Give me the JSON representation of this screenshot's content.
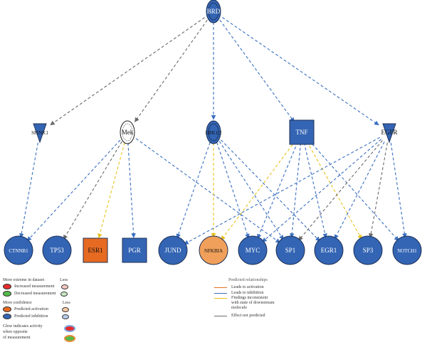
{
  "colors": {
    "inhibition": "#3a6fc1",
    "activation": "#e5711f",
    "inconsistent": "#e8c21c",
    "not_predicted": "#6a6a6a",
    "node_blue": "#3465b4",
    "node_orange_strong": "#e66a22",
    "node_orange_light": "#f0a05a",
    "node_red": "#e32d2d",
    "node_green": "#55b947",
    "node_pink_light": "#f6c9c5",
    "node_green_light": "#c9e8c2",
    "node_orange_pale": "#f7caa3",
    "node_blue_pale": "#b9cdee"
  },
  "nodes": [
    {
      "id": "top",
      "label": "BRD",
      "shape": "oval",
      "fill": "blue",
      "double_ring": true
    },
    {
      "id": "spink1",
      "label": "SPINK1",
      "shape": "triangle-down",
      "fill": "blue"
    },
    {
      "id": "ntx",
      "label": "Mek",
      "shape": "oval-hatched",
      "fill": "white"
    },
    {
      "id": "erk12",
      "label": "ERK1/2",
      "shape": "oval",
      "fill": "blue",
      "double_ring": true
    },
    {
      "id": "tnf",
      "label": "TNF",
      "shape": "square",
      "fill": "blue"
    },
    {
      "id": "egfr",
      "label": "EGFR",
      "shape": "triangle-down",
      "fill": "blue"
    },
    {
      "id": "ctnnb1",
      "label": "CTNNB1",
      "shape": "circle",
      "fill": "blue"
    },
    {
      "id": "tp53",
      "label": "TP53",
      "shape": "circle",
      "fill": "blue"
    },
    {
      "id": "esr1",
      "label": "ESR1",
      "shape": "square",
      "fill": "orange_strong"
    },
    {
      "id": "pgr",
      "label": "PGR",
      "shape": "square",
      "fill": "blue"
    },
    {
      "id": "jund",
      "label": "JUND",
      "shape": "circle",
      "fill": "blue"
    },
    {
      "id": "nfkbia",
      "label": "NFKBIA",
      "shape": "circle",
      "fill": "orange_light"
    },
    {
      "id": "myc",
      "label": "MYC",
      "shape": "circle",
      "fill": "blue"
    },
    {
      "id": "sp1",
      "label": "SP1",
      "shape": "circle",
      "fill": "blue"
    },
    {
      "id": "egr1",
      "label": "EGR1",
      "shape": "circle",
      "fill": "blue"
    },
    {
      "id": "sp3",
      "label": "SP3",
      "shape": "circle",
      "fill": "blue"
    },
    {
      "id": "notch1",
      "label": "NOTCH1",
      "shape": "circle",
      "fill": "blue"
    }
  ],
  "edges": [
    {
      "from": "top",
      "to": "spink1",
      "type": "not_predicted"
    },
    {
      "from": "top",
      "to": "ntx",
      "type": "not_predicted"
    },
    {
      "from": "top",
      "to": "erk12",
      "type": "inhibition"
    },
    {
      "from": "top",
      "to": "tnf",
      "type": "inhibition"
    },
    {
      "from": "top",
      "to": "egfr",
      "type": "inhibition"
    },
    {
      "from": "spink1",
      "to": "ctnnb1",
      "type": "inhibition"
    },
    {
      "from": "ntx",
      "to": "ctnnb1",
      "type": "inhibition"
    },
    {
      "from": "ntx",
      "to": "tp53",
      "type": "not_predicted"
    },
    {
      "from": "ntx",
      "to": "esr1",
      "type": "inconsistent"
    },
    {
      "from": "ntx",
      "to": "pgr",
      "type": "inhibition"
    },
    {
      "from": "ntx",
      "to": "sp1",
      "type": "inhibition"
    },
    {
      "from": "erk12",
      "to": "jund",
      "type": "inhibition"
    },
    {
      "from": "erk12",
      "to": "nfkbia",
      "type": "inconsistent"
    },
    {
      "from": "erk12",
      "to": "myc",
      "type": "inhibition"
    },
    {
      "from": "erk12",
      "to": "sp1",
      "type": "inhibition"
    },
    {
      "from": "erk12",
      "to": "egr1",
      "type": "inhibition"
    },
    {
      "from": "tnf",
      "to": "nfkbia",
      "type": "inconsistent"
    },
    {
      "from": "tnf",
      "to": "myc",
      "type": "inhibition"
    },
    {
      "from": "tnf",
      "to": "sp1",
      "type": "inhibition"
    },
    {
      "from": "tnf",
      "to": "egr1",
      "type": "inhibition"
    },
    {
      "from": "tnf",
      "to": "sp3",
      "type": "inconsistent"
    },
    {
      "from": "tnf",
      "to": "notch1",
      "type": "inhibition"
    },
    {
      "from": "egfr",
      "to": "myc",
      "type": "inhibition"
    },
    {
      "from": "egfr",
      "to": "sp1",
      "type": "not_predicted"
    },
    {
      "from": "egfr",
      "to": "egr1",
      "type": "inhibition"
    },
    {
      "from": "egfr",
      "to": "sp3",
      "type": "not_predicted"
    },
    {
      "from": "egfr",
      "to": "notch1",
      "type": "inhibition"
    },
    {
      "from": "egfr",
      "to": "jund",
      "type": "inhibition"
    }
  ],
  "legend": {
    "more_extreme_title": "More extreme in dataset",
    "less_title": "Less",
    "increased": "Increased measurement",
    "decreased": "Decreased measurement",
    "more_confidence_title": "More confidence",
    "predicted_activation": "Predicted activation",
    "predicted_inhibition": "Predicted inhibition",
    "glow_line1": "Glow indicates activity",
    "glow_line2": "when opposite",
    "glow_line3": "of measurement",
    "rel_title": "Predicted relationships",
    "leads_activation": "Leads to activation",
    "leads_inhibition": "Leads to inhibition",
    "findings_line1": "Findings inconsistent",
    "findings_line2": "with state of downstream",
    "findings_line3": "molecule",
    "effect_not_predicted": "Effect not predicted"
  }
}
